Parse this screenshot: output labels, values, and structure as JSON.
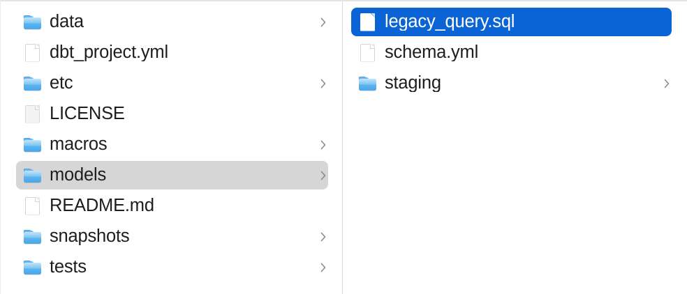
{
  "window": {
    "view_mode": "column",
    "accent_color": "#0b64d6",
    "selection_inactive_color": "#d6d6d6",
    "text_color": "#1d1d1f",
    "chevron_color": "#8a8a8e",
    "divider_color": "#dcdcde"
  },
  "columns": [
    {
      "name": "parent-column",
      "items": [
        {
          "label": "data",
          "kind": "folder",
          "icon": "folder-icon",
          "has_chevron": true,
          "selected": false,
          "selection_style": "none"
        },
        {
          "label": "dbt_project.yml",
          "kind": "file",
          "icon": "file-icon",
          "has_chevron": false,
          "selected": false,
          "selection_style": "none"
        },
        {
          "label": "etc",
          "kind": "folder",
          "icon": "folder-icon",
          "has_chevron": true,
          "selected": false,
          "selection_style": "none"
        },
        {
          "label": "LICENSE",
          "kind": "generic-file",
          "icon": "generic-file-icon",
          "has_chevron": false,
          "selected": false,
          "selection_style": "none"
        },
        {
          "label": "macros",
          "kind": "folder",
          "icon": "folder-icon",
          "has_chevron": true,
          "selected": false,
          "selection_style": "none"
        },
        {
          "label": "models",
          "kind": "folder",
          "icon": "folder-icon",
          "has_chevron": true,
          "selected": true,
          "selection_style": "gray"
        },
        {
          "label": "README.md",
          "kind": "file",
          "icon": "file-icon",
          "has_chevron": false,
          "selected": false,
          "selection_style": "none"
        },
        {
          "label": "snapshots",
          "kind": "folder",
          "icon": "folder-icon",
          "has_chevron": true,
          "selected": false,
          "selection_style": "none"
        },
        {
          "label": "tests",
          "kind": "folder",
          "icon": "folder-icon",
          "has_chevron": true,
          "selected": false,
          "selection_style": "none"
        }
      ]
    },
    {
      "name": "models-column",
      "items": [
        {
          "label": "legacy_query.sql",
          "kind": "file",
          "icon": "file-icon",
          "has_chevron": false,
          "selected": true,
          "selection_style": "blue"
        },
        {
          "label": "schema.yml",
          "kind": "file",
          "icon": "file-icon",
          "has_chevron": false,
          "selected": false,
          "selection_style": "none"
        },
        {
          "label": "staging",
          "kind": "folder",
          "icon": "folder-icon",
          "has_chevron": true,
          "selected": false,
          "selection_style": "none"
        }
      ]
    }
  ]
}
